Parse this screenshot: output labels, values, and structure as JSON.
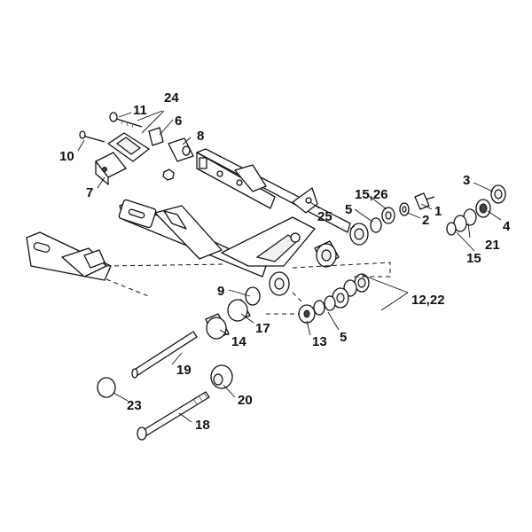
{
  "diagram": {
    "callouts": {
      "c1": "1",
      "c2": "2",
      "c3": "3",
      "c4": "4",
      "c5a": "5",
      "c5b": "5",
      "c6": "6",
      "c7": "7",
      "c8": "8",
      "c9": "9",
      "c10": "10",
      "c11": "11",
      "c12_22": "12,22",
      "c13": "13",
      "c14": "14",
      "c15": "15",
      "c15_26": "15,26",
      "c17": "17",
      "c18": "18",
      "c19": "19",
      "c20": "20",
      "c21": "21",
      "c23": "23",
      "c24": "24",
      "c25": "25"
    }
  }
}
